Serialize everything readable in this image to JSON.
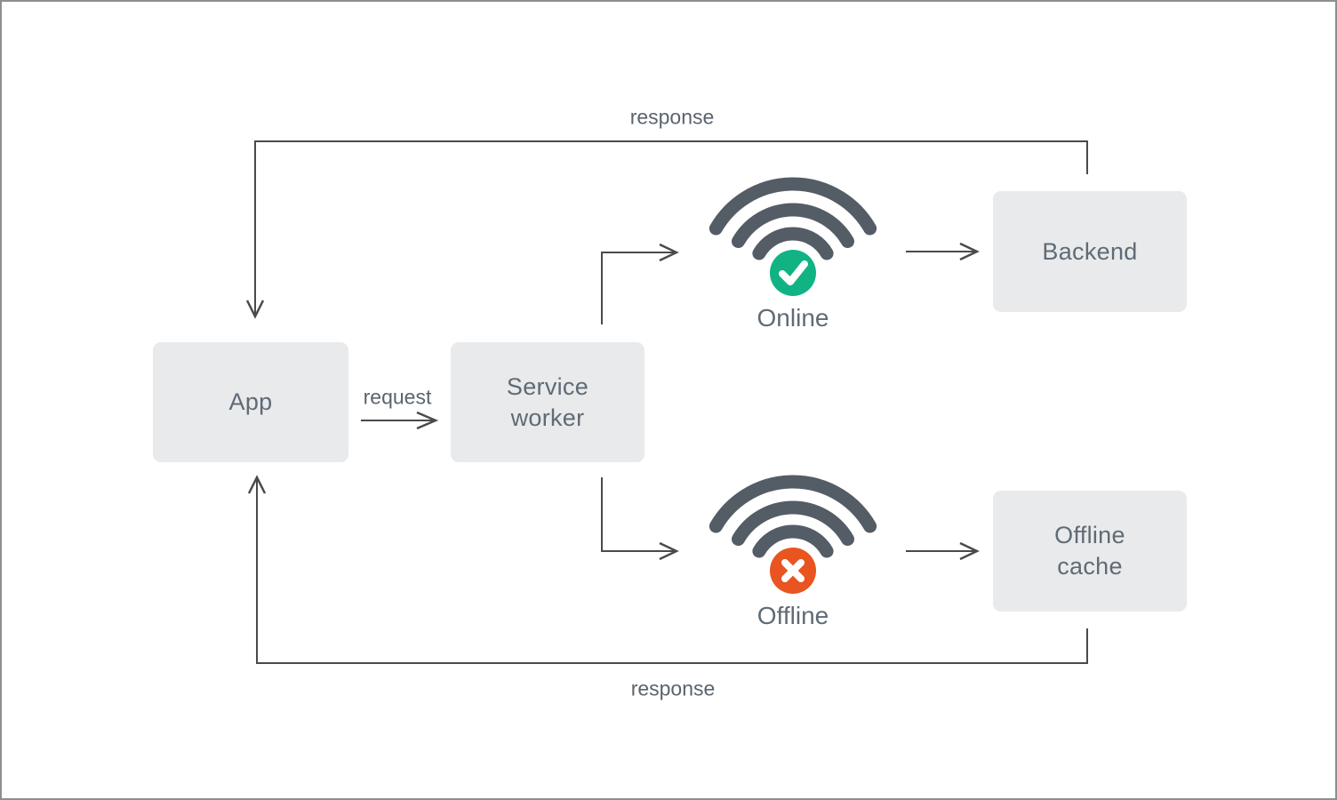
{
  "diagram": {
    "nodes": {
      "app": {
        "label": "App"
      },
      "service_worker": {
        "label": "Service worker"
      },
      "backend": {
        "label": "Backend"
      },
      "offline_cache": {
        "label": "Offline cache"
      }
    },
    "edges": {
      "request": {
        "label": "request"
      },
      "response_top": {
        "label": "response"
      },
      "response_bottom": {
        "label": "response"
      }
    },
    "states": {
      "online": {
        "label": "Online"
      },
      "offline": {
        "label": "Offline"
      }
    },
    "colors": {
      "node_fill": "#e9eaeb",
      "node_text": "#5f6b76",
      "line": "#4a4a4a",
      "wifi": "#545c66",
      "online_badge": "#11b384",
      "offline_badge": "#e95420",
      "badge_glyph": "#ffffff"
    }
  }
}
